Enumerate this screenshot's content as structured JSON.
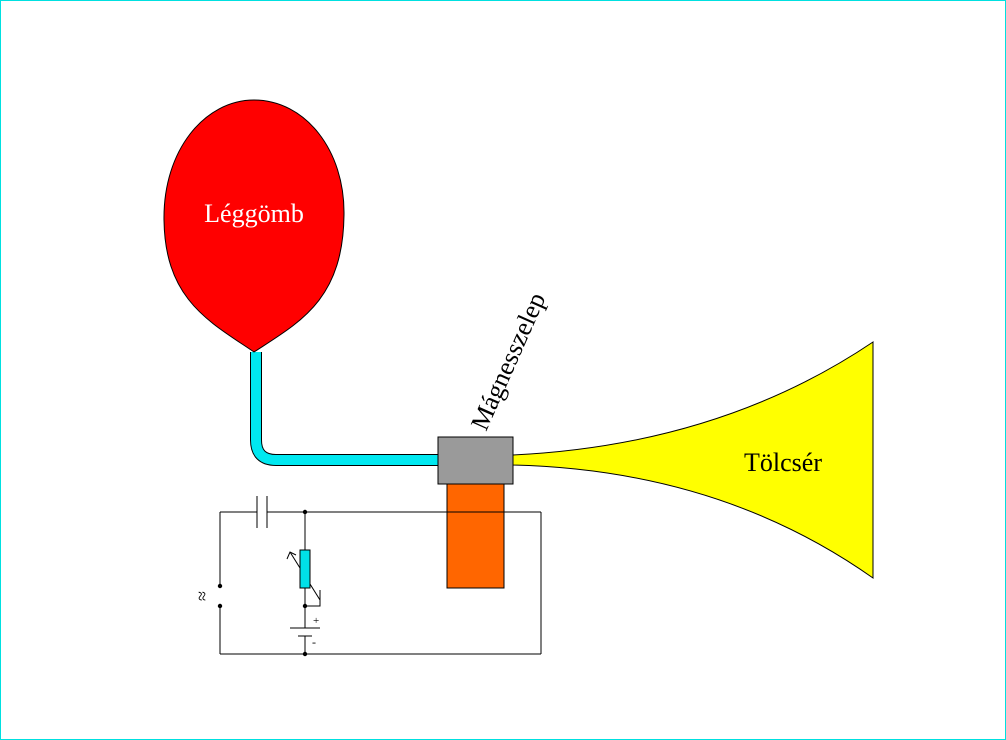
{
  "labels": {
    "balloon": "Léggömb",
    "valve": "Mágnesszelep",
    "horn": "Tölcsér",
    "ac_symbol": "≈",
    "battery_plus": "+",
    "battery_minus": "-"
  },
  "colors": {
    "border": "#00e0e0",
    "balloon": "#ff0000",
    "tube": "#00e8f0",
    "valve": "#9a9a9a",
    "coil": "#ff6600",
    "horn": "#ffff00",
    "resistor": "#00e0e8",
    "wire": "#000000"
  }
}
